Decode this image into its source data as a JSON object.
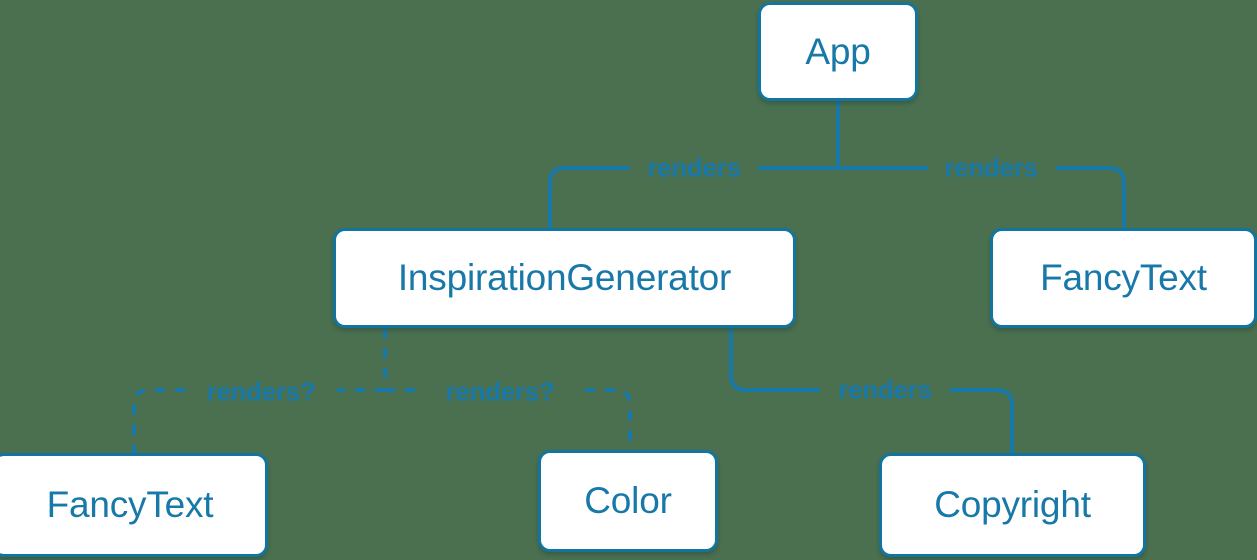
{
  "diagram": {
    "background_color": "#4a7050",
    "node_fill": "#ffffff",
    "node_border_color": "#12759f",
    "node_text_color": "#1878a8",
    "edge_color": "#1878a8",
    "nodes": [
      {
        "id": "app",
        "label": "App"
      },
      {
        "id": "inspiration_generator",
        "label": "InspirationGenerator"
      },
      {
        "id": "fancytext_right",
        "label": "FancyText"
      },
      {
        "id": "fancytext_left",
        "label": "FancyText"
      },
      {
        "id": "color",
        "label": "Color"
      },
      {
        "id": "copyright",
        "label": "Copyright"
      }
    ],
    "edges": [
      {
        "id": "app-inspiration",
        "from": "app",
        "to": "inspiration_generator",
        "label": "renders",
        "style": "solid"
      },
      {
        "id": "app-fancytext-right",
        "from": "app",
        "to": "fancytext_right",
        "label": "renders",
        "style": "solid"
      },
      {
        "id": "ig-fancytext-left",
        "from": "inspiration_generator",
        "to": "fancytext_left",
        "label": "renders?",
        "style": "dashed"
      },
      {
        "id": "ig-color",
        "from": "inspiration_generator",
        "to": "color",
        "label": "renders?",
        "style": "dashed"
      },
      {
        "id": "ig-copyright",
        "from": "inspiration_generator",
        "to": "copyright",
        "label": "renders",
        "style": "solid"
      }
    ]
  }
}
